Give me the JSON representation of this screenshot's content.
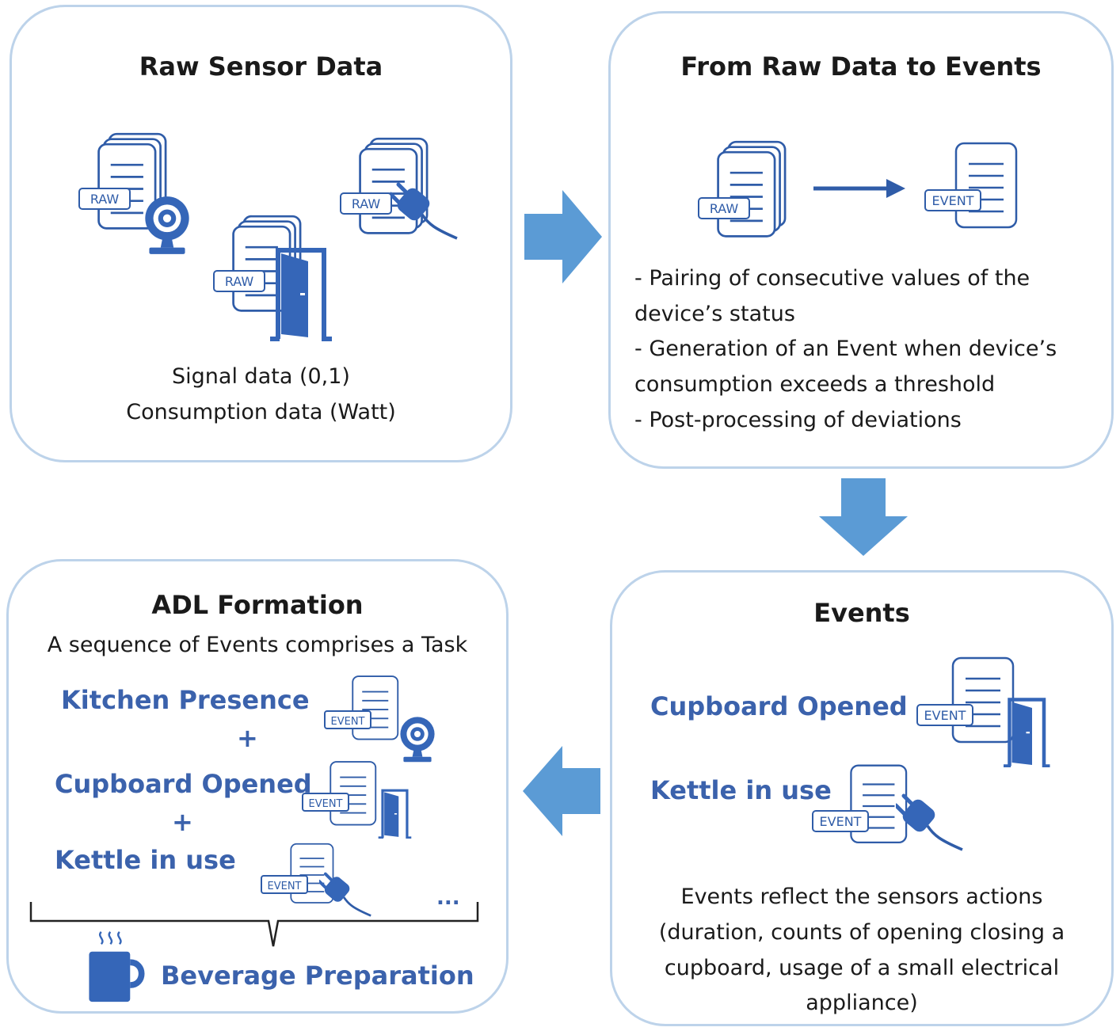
{
  "panels": {
    "raw_sensor": {
      "title": "Raw Sensor Data",
      "caption_line1": "Signal data (0,1)",
      "caption_line2": "Consumption data (Watt)"
    },
    "raw_to_events": {
      "title": "From Raw Data to Events",
      "bullets": [
        "- Pairing of consecutive values of the",
        "device’s status",
        "- Generation of an Event when device’s",
        "consumption exceeds a threshold",
        "- Post-processing of deviations"
      ]
    },
    "events": {
      "title": "Events",
      "event1": "Cupboard Opened",
      "event2": "Kettle in use",
      "description": [
        "Events reflect the sensors actions",
        "(duration, counts of opening closing a",
        "cupboard, usage of a small electrical",
        "appliance)"
      ]
    },
    "adl": {
      "title": "ADL Formation",
      "subtitle": "A sequence of Events comprises a Task",
      "item1": "Kitchen Presence",
      "item2": "Cupboard Opened",
      "item3": "Kettle in use",
      "plus": "+",
      "ellipsis": "...",
      "result": "Beverage Preparation"
    }
  },
  "tags": {
    "raw": "RAW",
    "event": "EVENT"
  },
  "icons": [
    "document-stack-icon",
    "webcam-icon",
    "door-icon",
    "plug-icon",
    "mug-icon",
    "arrow-right-icon",
    "arrow-down-icon",
    "arrow-left-icon"
  ],
  "colors": {
    "icon_blue": "#3566b8",
    "panel_border": "#bdd3ea",
    "arrow_fill": "#5b9bd5",
    "label_blue": "#3b62ac"
  }
}
